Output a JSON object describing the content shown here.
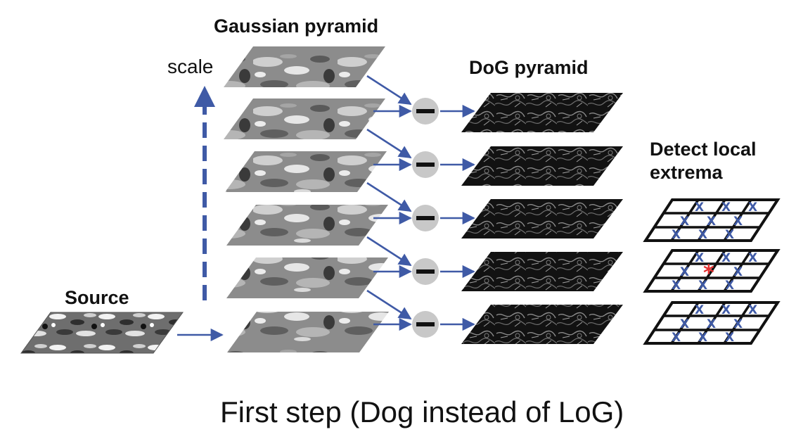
{
  "labels": {
    "gaussian_pyramid": "Gaussian pyramid",
    "dog_pyramid": "DoG pyramid",
    "scale": "scale",
    "source": "Source",
    "detect_line1": "Detect local",
    "detect_line2": "extrema",
    "caption": "First step (Dog instead of LoG)"
  },
  "operator_symbol": "−",
  "marks": {
    "sample": "X",
    "extremum": "*"
  },
  "colors": {
    "arrow": "#3f5aa6",
    "operator_fill": "#c8c8c8",
    "extremum": "#e53030",
    "sample": "#3f5aa6"
  },
  "icons": [
    "arrow-right-icon",
    "minus-circle-icon",
    "scale-arrow-icon"
  ]
}
